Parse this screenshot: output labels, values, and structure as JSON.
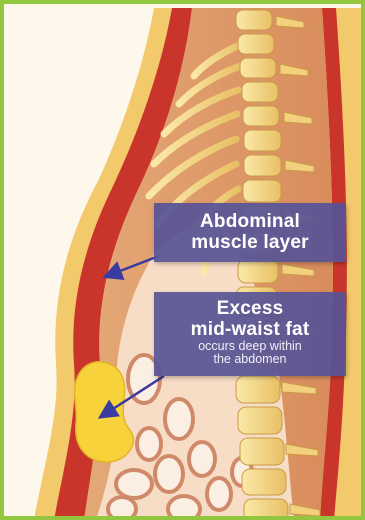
{
  "diagram": {
    "labels": {
      "muscle": {
        "line1": "Abdominal",
        "line2": "muscle layer"
      },
      "fat": {
        "line1": "Excess",
        "line2": "mid-waist fat",
        "line3": "occurs deep within",
        "line4": "the abdomen"
      }
    },
    "colors": {
      "frame_border": "#92c63f",
      "background": "#fdf7ec",
      "skin_outer": "#f2c96b",
      "muscle_red": "#c9352b",
      "tissue": "#e9b98a",
      "cavity": "#f7dcc6",
      "fat_yellow": "#f7d23a",
      "bone": "#f6d98a",
      "callout": "#585496",
      "arrow": "#3a3aa0"
    }
  }
}
